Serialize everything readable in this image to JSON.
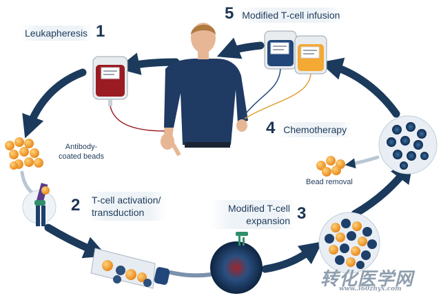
{
  "steps": [
    {
      "num": "1",
      "label": "Leukapheresis"
    },
    {
      "num": "2",
      "label_line1": "T-cell activation/",
      "label_line2": "transduction"
    },
    {
      "num": "3",
      "label_line1": "Modified T-cell",
      "label_line2": "expansion"
    },
    {
      "num": "4",
      "label": "Chemotherapy"
    },
    {
      "num": "5",
      "label": "Modified T-cell infusion"
    }
  ],
  "annotations": {
    "beads_line1": "Antibody-",
    "beads_line2": "coated beads",
    "bead_removal": "Bead removal"
  },
  "watermark": {
    "main": "转化医学网",
    "url": "www.360zhyx.com"
  },
  "colors": {
    "arrow": "#1b3a5c",
    "text": "#1e3a5a",
    "blood_bag": "#9b1b22",
    "bead": "#f2a23c",
    "cell": "#1d3f6a",
    "shirt": "#1f3a63"
  }
}
